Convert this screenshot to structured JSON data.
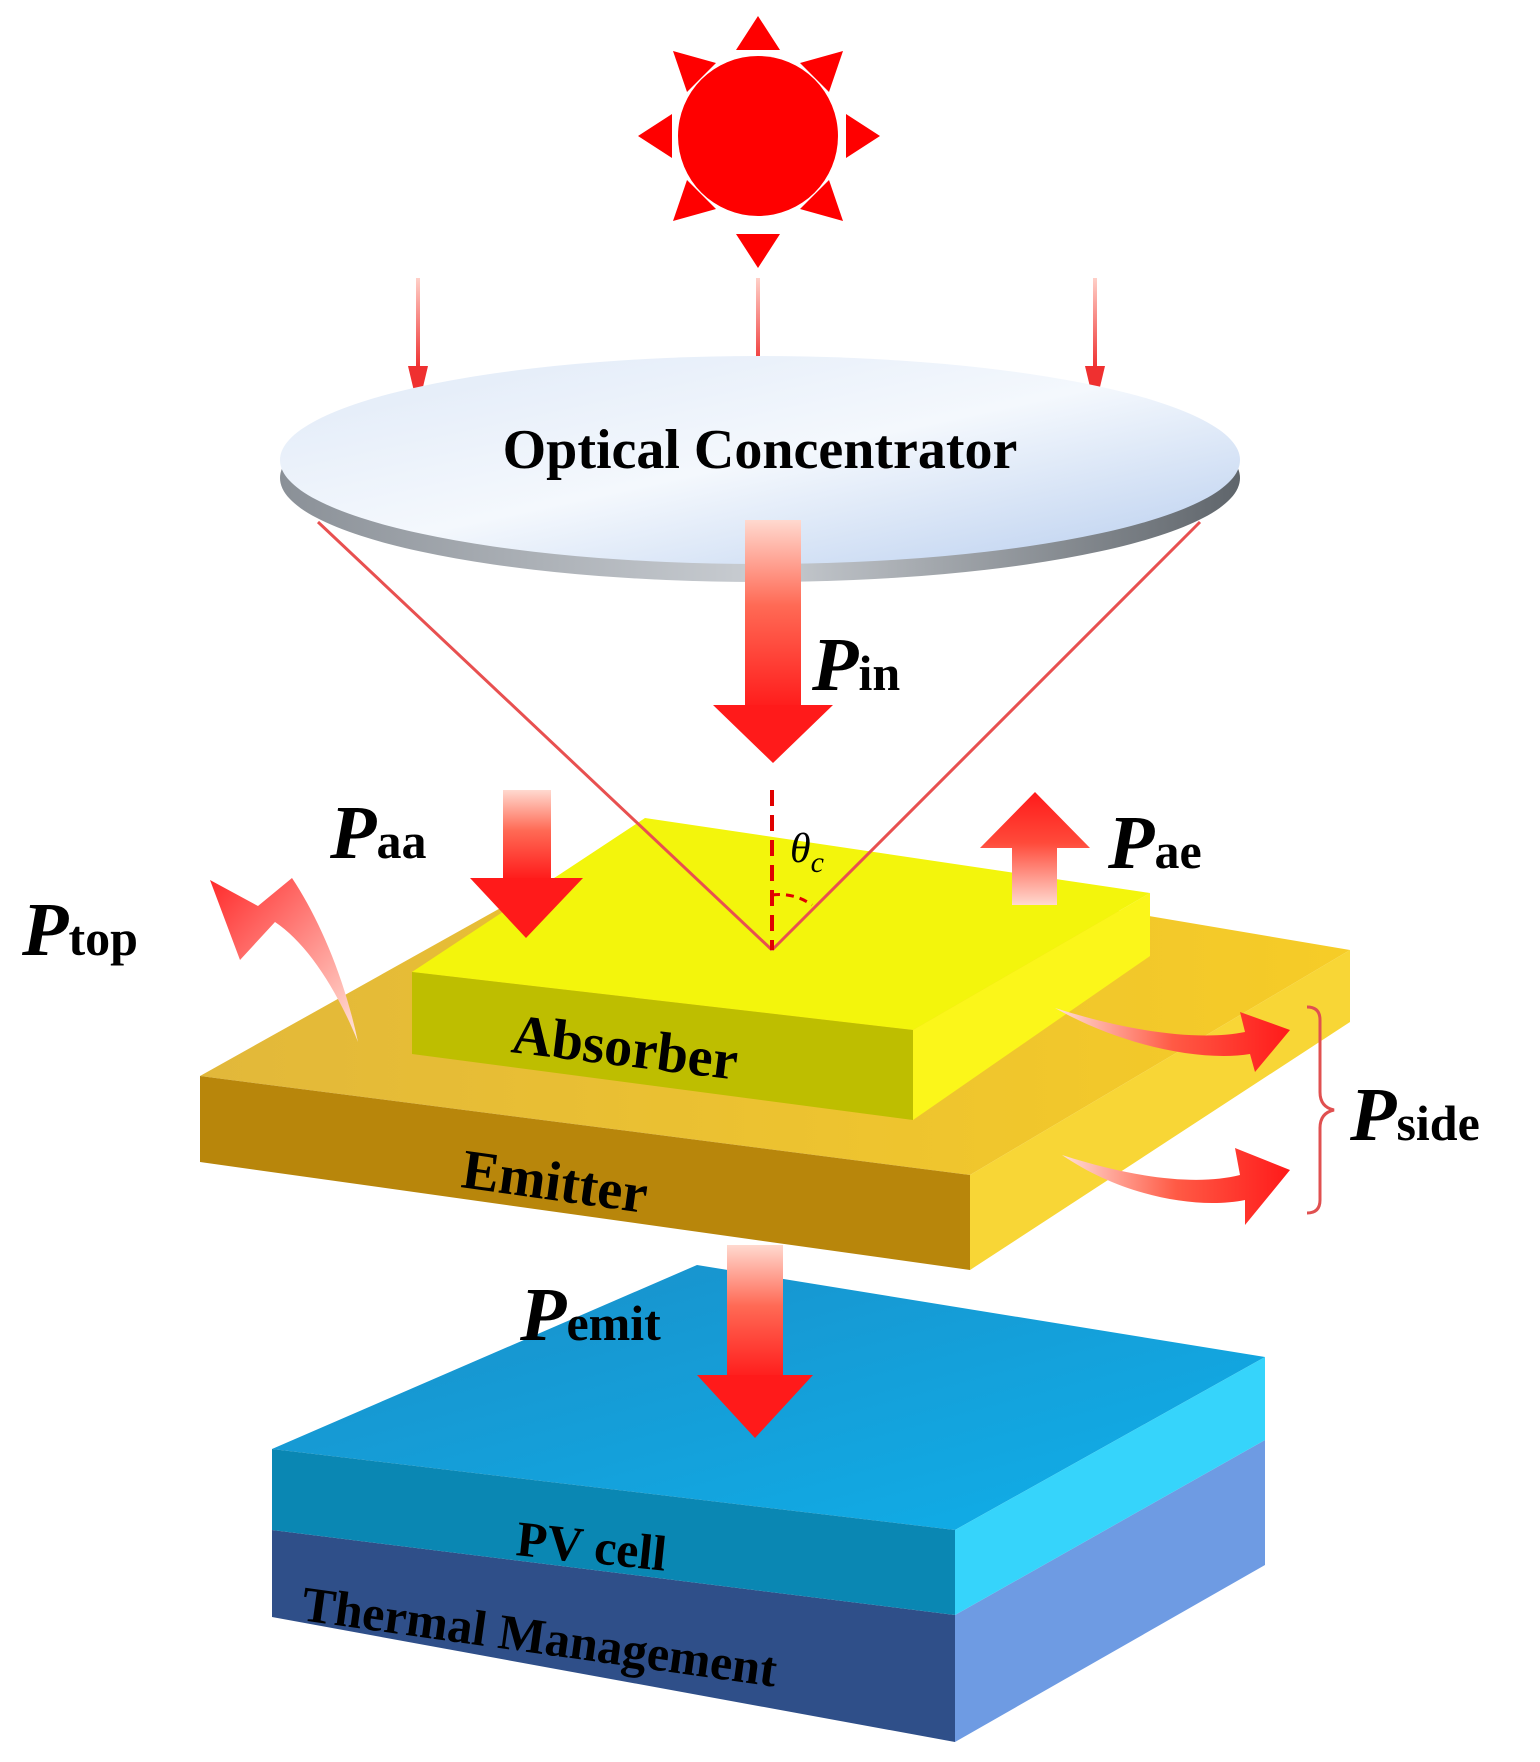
{
  "labels": {
    "concentrator": "Optical Concentrator",
    "absorber": "Absorber",
    "emitter": "Emitter",
    "pv_cell": "PV cell",
    "thermal": "Thermal Management"
  },
  "symbols": {
    "p_in": {
      "main": "P",
      "sub": "in"
    },
    "p_aa": {
      "main": "P",
      "sub": "aa"
    },
    "p_ae": {
      "main": "P",
      "sub": "ae"
    },
    "p_top": {
      "main": "P",
      "sub": "top"
    },
    "p_side": {
      "main": "P",
      "sub": "side"
    },
    "p_emit": {
      "main": "P",
      "sub": "emit"
    },
    "theta": {
      "main": "θ",
      "sub": "c"
    }
  },
  "colors": {
    "sun": "#ff0000",
    "arrow": "#ff2a2a",
    "ray": "#ef5a5a",
    "lens": "#c9dcf5",
    "absorber_top": "#f5f50a",
    "absorber_front": "#bdbd00",
    "emitter_top": "#e5ba2e",
    "emitter_front": "#b8860b",
    "pv_top": "#1aa6dc",
    "pv_front": "#0b8cb5",
    "thermal": "#2e4f8a"
  }
}
